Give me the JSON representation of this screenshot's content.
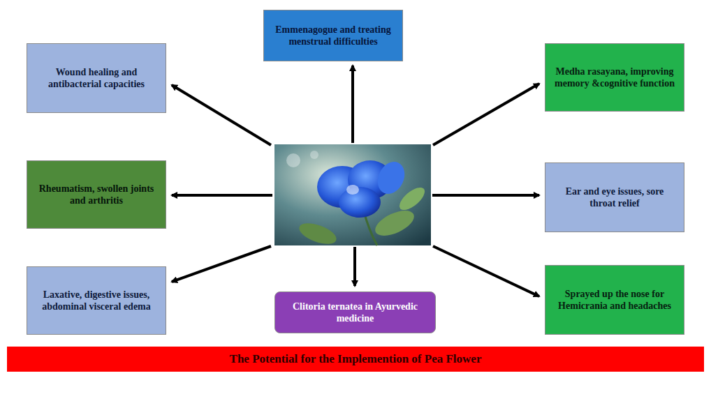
{
  "diagram": {
    "title": "The Potential for the Implemention of Pea Flower",
    "nodes": [
      {
        "text": [
          "Wound healing and antibacterial capacities"
        ]
      },
      {
        "text": [
          "Emmenagogue and treating menstrual difficulties"
        ]
      },
      {
        "text": [
          "Medha rasayana, improving memory &cognitive function"
        ]
      },
      {
        "text": [
          "Rheumatism, swollen joints and arthritis"
        ]
      },
      {
        "text": [
          "Ear and eye issues, sore throat relief"
        ]
      },
      {
        "text": [
          "Laxative, digestive issues, abdominal visceral edema"
        ]
      },
      {
        "text": [
          "Clitoria ternatea in Ayurvedic medicine"
        ]
      },
      {
        "text": [
          "Sprayed up the nose for Hemicrania and headaches"
        ]
      }
    ]
  }
}
